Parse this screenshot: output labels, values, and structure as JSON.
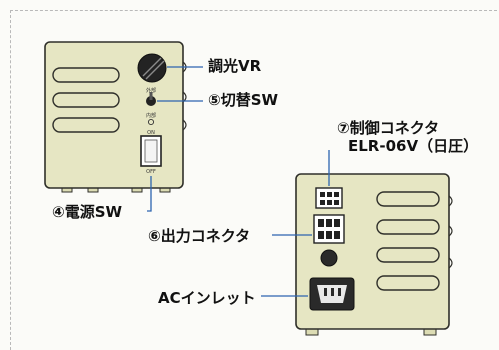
{
  "callouts": {
    "knob_label": "調光VR",
    "switch_label": "⑤切替SW",
    "power_label": "④電源SW",
    "control_connector_label": "⑦制御コネクタ",
    "control_connector_model": "ELR-06V（日圧）",
    "output_connector_label": "⑥出力コネクタ",
    "ac_inlet_label": "ACインレット"
  },
  "device_marks": {
    "switch_top_mark": "外部",
    "switch_bottom_mark": "内部",
    "power_on_mark": "ON",
    "power_off_mark": "OFF"
  },
  "colors": {
    "body": "#e6e6c3",
    "outline": "#2f2f2a",
    "leader": "#2c64b0",
    "knob": "#232323",
    "switch": "#222222",
    "socket": "#2a2a2a"
  }
}
